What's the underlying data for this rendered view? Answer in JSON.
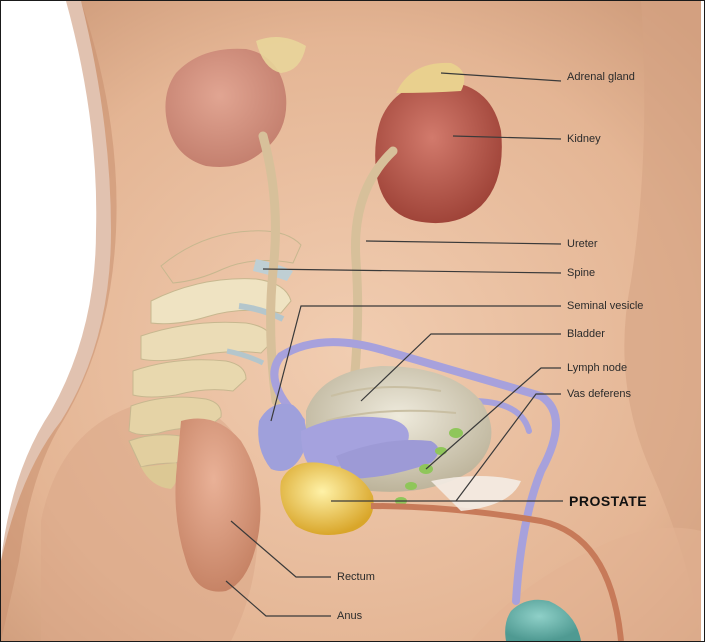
{
  "labels": {
    "adrenal_gland": "Adrenal gland",
    "kidney": "Kidney",
    "ureter": "Ureter",
    "spine": "Spine",
    "seminal_vesicle": "Seminal vesicle",
    "bladder": "Bladder",
    "lymph_node": "Lymph node",
    "vas_deferens": "Vas deferens",
    "prostate": "PROSTATE",
    "rectum": "Rectum",
    "anus": "Anus"
  },
  "colors": {
    "skin": "#e6b898",
    "kidney": "#b5554a",
    "bone": "#efe3c2",
    "vessel": "#9f9ad8",
    "lymph": "#8fc65a",
    "prostate": "#e8c84a",
    "bladder": "#d8d2bf",
    "leader_line": "#3a3a3a"
  }
}
